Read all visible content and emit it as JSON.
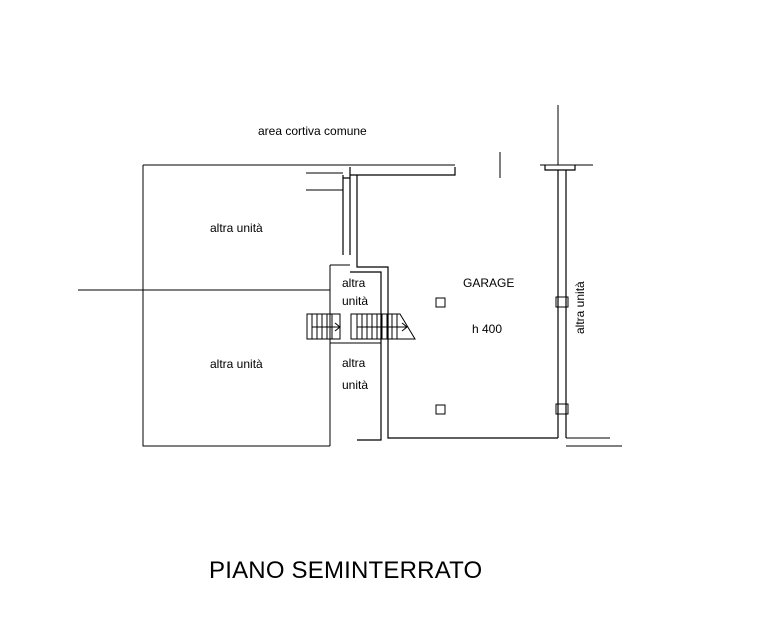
{
  "plan": {
    "labels": {
      "common_area": "area cortiva comune",
      "unit_top_left": "altra unità",
      "unit_bottom_left": "altra unità",
      "unit_mid_top_line1": "altra",
      "unit_mid_top_line2": "unità",
      "unit_mid_bottom_line1": "altra",
      "unit_mid_bottom_line2": "unità",
      "garage": "GARAGE",
      "garage_height": "h 400",
      "unit_right": "altra unità"
    },
    "title": "PIANO SEMINTERRATO"
  }
}
